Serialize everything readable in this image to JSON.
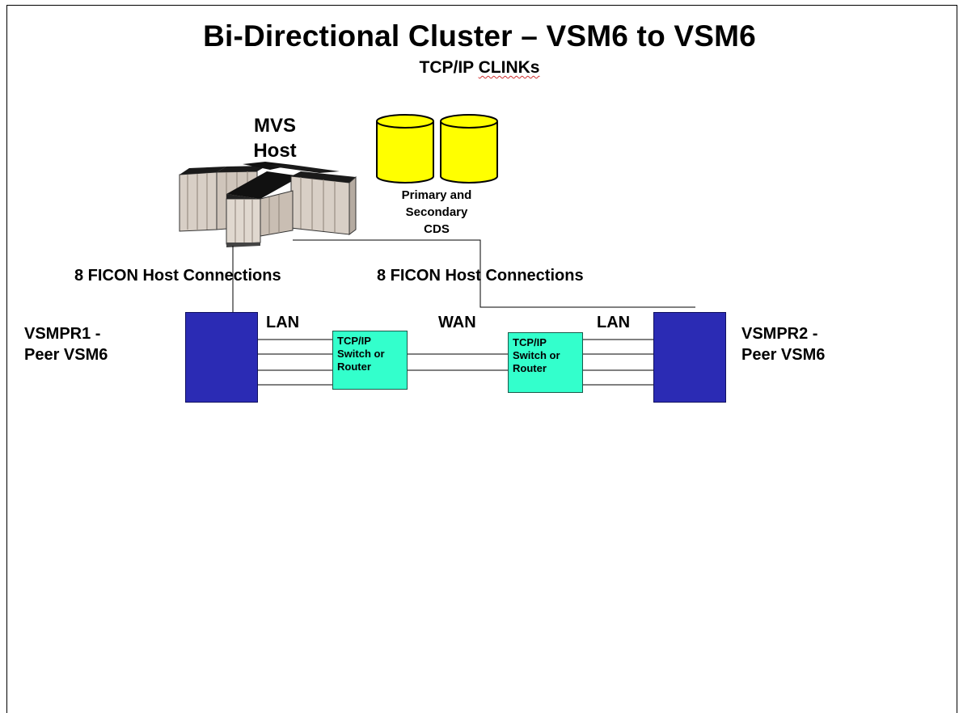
{
  "title": "Bi-Directional Cluster – VSM6 to VSM6",
  "subtitle": {
    "prefix": "TCP/IP ",
    "squiggled": "CLINKs"
  },
  "host": {
    "label_line1": "MVS",
    "label_line2": "Host"
  },
  "cds": {
    "label_line1": "Primary and",
    "label_line2": "Secondary",
    "label_line3": "CDS",
    "color": "#ffff00"
  },
  "connections": {
    "left_label": "8 FICON Host Connections",
    "right_label": "8 FICON Host Connections"
  },
  "network": {
    "lan_left": "LAN",
    "wan": "WAN",
    "lan_right": "LAN"
  },
  "vsm1": {
    "label_line1": "VSMPR1 -",
    "label_line2": "Peer VSM6",
    "color": "#2b2bb4"
  },
  "vsm2": {
    "label_line1": "VSMPR2 -",
    "label_line2": "Peer VSM6",
    "color": "#2b2bb4"
  },
  "switch1": {
    "label": "TCP/IP\nSwitch or\nRouter",
    "color": "#33ffcc"
  },
  "switch2": {
    "label": "TCP/IP\nSwitch or\nRouter",
    "color": "#33ffcc"
  }
}
